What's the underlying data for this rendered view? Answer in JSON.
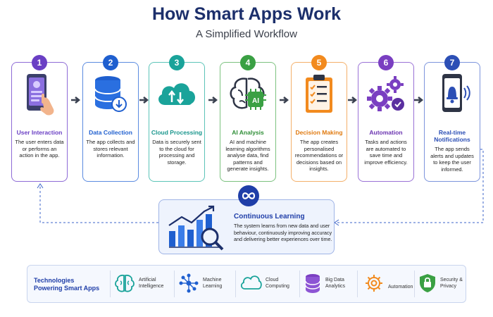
{
  "header": {
    "title": "How Smart Apps Work",
    "subtitle": "A Simplified Workflow"
  },
  "colors": {
    "purple": "#6a3fc4",
    "blue": "#1f5fcf",
    "teal": "#1aa39a",
    "green": "#3aa043",
    "orange": "#f28a1e",
    "violet": "#7a3fc1",
    "navy": "#2c4fb5",
    "dark_blue": "#1f3ea8"
  },
  "steps": [
    {
      "number": "1",
      "title": "User Interaction",
      "desc": "The user enters data or performs an action in the app.",
      "icon": "smartphone-hand-icon"
    },
    {
      "number": "2",
      "title": "Data Collection",
      "desc": "The app collects and stores relevant information.",
      "icon": "database-icon"
    },
    {
      "number": "3",
      "title": "Cloud Processing",
      "desc": "Data is securely sent to the cloud for processing and storage.",
      "icon": "cloud-sync-icon"
    },
    {
      "number": "4",
      "title": "AI Analysis",
      "desc": "AI and machine learning algorithms analyse data, find patterns and generate insights.",
      "icon": "brain-chip-icon"
    },
    {
      "number": "5",
      "title": "Decision Making",
      "desc": "The app creates personalised recommendations or decisions based on insights.",
      "icon": "checklist-icon"
    },
    {
      "number": "6",
      "title": "Automation",
      "desc": "Tasks and actions are automated to save time and improve efficiency.",
      "icon": "gears-icon"
    },
    {
      "number": "7",
      "title": "Real-time Notifications",
      "desc": "The app sends alerts and updates to keep the user informed.",
      "icon": "bell-phone-icon"
    }
  ],
  "learning": {
    "title": "Continuous Learning",
    "desc": "The system learns from new data and user behaviour, continuously improving accuracy and delivering better experiences over time."
  },
  "technologies": {
    "title_line1": "Technologies",
    "title_line2": "Powering Smart Apps",
    "items": [
      {
        "line1": "Artificial",
        "line2": "Intelligence",
        "icon": "brain-icon"
      },
      {
        "line1": "Machine",
        "line2": "Learning",
        "icon": "network-icon"
      },
      {
        "line1": "Cloud",
        "line2": "Computing",
        "icon": "cloud-icon"
      },
      {
        "line1": "Big Data",
        "line2": "Analytics",
        "icon": "database-icon"
      },
      {
        "line1": "Automation",
        "line2": "",
        "icon": "gear-icon"
      },
      {
        "line1": "Security &",
        "line2": "Privacy",
        "icon": "shield-lock-icon"
      }
    ]
  }
}
